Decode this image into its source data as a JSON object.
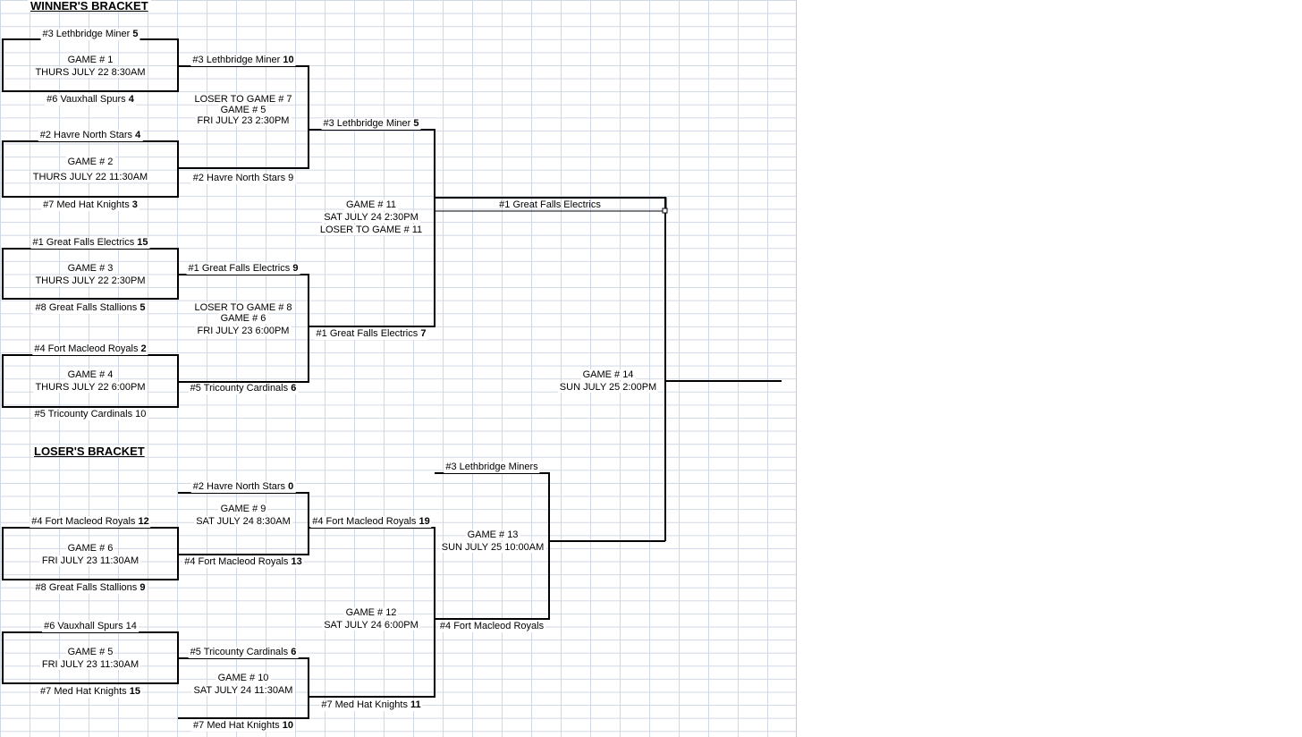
{
  "sheet": {
    "winners_title": "WINNER'S BRACKET",
    "losers_title": "LOSER'S BRACKET"
  },
  "winners": {
    "g1": {
      "top_team": "#3 Lethbridge Miner",
      "top_score": "5",
      "game": "GAME # 1",
      "time": "THURS JULY 22 8:30AM",
      "bottom_team": "#6 Vauxhall Spurs",
      "bottom_score": "4"
    },
    "g2": {
      "top_team": "#2 Havre North Stars",
      "top_score": "4",
      "game": "GAME # 2",
      "time": "THURS JULY 22 11:30AM",
      "bottom_team": "#7 Med Hat Knights",
      "bottom_score": "3"
    },
    "g3": {
      "top_team": "#1 Great Falls Electrics",
      "top_score": "15",
      "game": "GAME # 3",
      "time": "THURS JULY 22 2:30PM",
      "bottom_team": "#8 Great Falls Stallions",
      "bottom_score": "5"
    },
    "g4": {
      "top_team": "#4 Fort Macleod Royals",
      "top_score": "2",
      "game": "GAME # 4",
      "time": "THURS JULY 22 6:00PM",
      "bottom_team": "#5 Tricounty Cardinals 10",
      "bottom_score": ""
    },
    "g5": {
      "top_team": "#3 Lethbridge Miner",
      "top_score": "10",
      "note": "LOSER TO GAME # 7",
      "game": "GAME # 5",
      "time": "FRI JULY 23 2:30PM",
      "bottom_team": "#2 Havre North Stars 9",
      "bottom_score": ""
    },
    "g6": {
      "top_team": "#1 Great Falls Electrics",
      "top_score": "9",
      "note": "LOSER TO GAME # 8",
      "game": "GAME # 6",
      "time": "FRI JULY 23 6:00PM",
      "bottom_team": "#5 Tricounty Cardinals",
      "bottom_score": "6"
    },
    "g11": {
      "top_team": "#3 Lethbridge Miner",
      "top_score": "5",
      "game": "GAME # 11",
      "time": "SAT JULY 24 2:30PM",
      "note": "LOSER TO GAME # 11",
      "bottom_team": "#1 Great Falls Electrics",
      "bottom_score": "7"
    },
    "champ_slot": "#1 Great Falls Electrics",
    "g14": {
      "game": "GAME # 14",
      "time": "SUN JULY 25 2:00PM"
    }
  },
  "losers": {
    "g6": {
      "top_team": "#4 Fort Macleod Royals",
      "top_score": "12",
      "game": "GAME # 6",
      "time": "FRI JULY 23 11:30AM",
      "bottom_team": "#8 Great Falls Stallions",
      "bottom_score": "9"
    },
    "g5": {
      "top_team": "#6 Vauxhall Spurs 14",
      "top_score": "",
      "game": "GAME # 5",
      "time": "FRI JULY 23 11:30AM",
      "bottom_team": "#7 Med Hat Knights",
      "bottom_score": "15"
    },
    "g9": {
      "top_team": "#2 Havre North Stars",
      "top_score": "0",
      "game": "GAME # 9",
      "time": "SAT JULY 24 8:30AM",
      "bottom_team": "#4 Fort Macleod Royals",
      "bottom_score": "13"
    },
    "g10": {
      "top_team": "#5 Tricounty Cardinals",
      "top_score": "6",
      "game": "GAME # 10",
      "time": "SAT JULY 24 11:30AM",
      "bottom_team": "#7 Med Hat Knights",
      "bottom_score": "10"
    },
    "g12": {
      "top_team": "#4 Fort Macleod Royals",
      "top_score": "19",
      "game": "GAME # 12",
      "time": "SAT JULY 24 6:00PM",
      "bottom_team": "#7 Med Hat Knights",
      "bottom_score": "11"
    },
    "g13": {
      "top_team": "#3 Lethbridge Miners",
      "game": "GAME # 13",
      "time": "SUN JULY 25 10:00AM",
      "bottom_team": "#4 Fort Macleod Royals"
    }
  }
}
